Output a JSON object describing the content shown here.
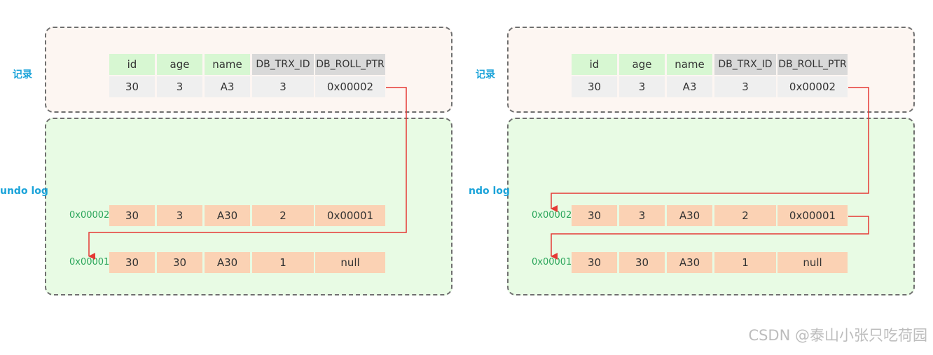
{
  "columns": [
    "id",
    "age",
    "name",
    "DB_TRX_ID",
    "DB_ROLL_PTR"
  ],
  "record_label": "记录",
  "panels": [
    {
      "undo_label": "undo log",
      "record_row": [
        "30",
        "3",
        "A3",
        "3",
        "0x00002"
      ],
      "undo_rows": [
        {
          "addr": "0x00002",
          "values": [
            "30",
            "3",
            "A30",
            "2",
            "0x00001"
          ]
        },
        {
          "addr": "0x00001",
          "values": [
            "30",
            "30",
            "A30",
            "1",
            "null"
          ]
        }
      ]
    },
    {
      "undo_label": "ndo log",
      "record_row": [
        "30",
        "3",
        "A3",
        "3",
        "0x00002"
      ],
      "undo_rows": [
        {
          "addr": "0x00002",
          "values": [
            "30",
            "3",
            "A30",
            "2",
            "0x00001"
          ]
        },
        {
          "addr": "0x00001",
          "values": [
            "30",
            "30",
            "A30",
            "1",
            "null"
          ]
        }
      ]
    }
  ],
  "colors": {
    "record_box": "#fdf6f2",
    "undo_box": "#e8fbe4",
    "header_green": "#d7f7d2",
    "header_gray": "#d9d9d9",
    "record_cell": "#efefef",
    "undo_cell": "#fbd2b4",
    "arrow": "#e53935",
    "label_blue": "#1aa3d9",
    "addr_green": "#2aa55a"
  },
  "watermark": "CSDN @泰山小张只吃荷园"
}
